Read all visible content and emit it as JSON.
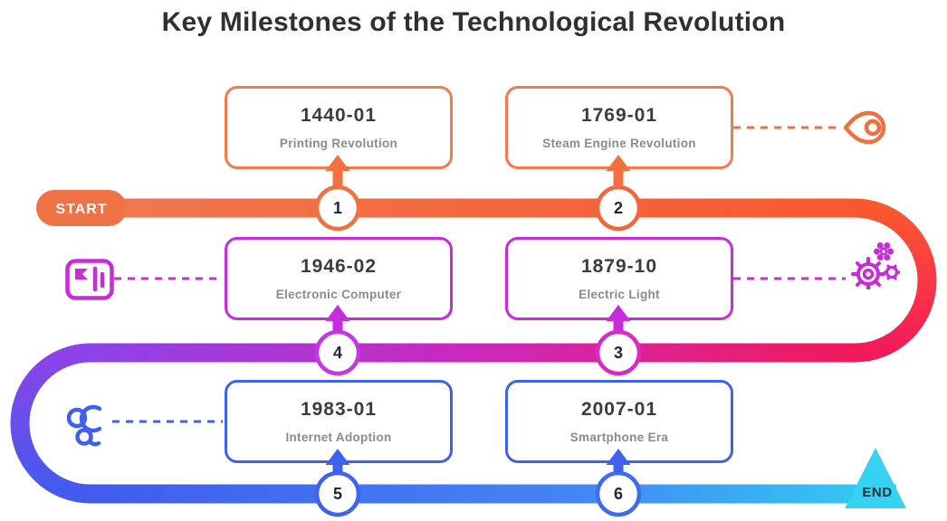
{
  "title": "Key Milestones of the Technological Revolution",
  "timeline": {
    "start_label": "START",
    "end_label": "END"
  },
  "milestones": [
    {
      "number": "1",
      "date": "1440-01",
      "label": "Printing Revolution"
    },
    {
      "number": "2",
      "date": "1769-01",
      "label": "Steam Engine Revolution"
    },
    {
      "number": "3",
      "date": "1879-10",
      "label": "Electric Light"
    },
    {
      "number": "4",
      "date": "1946-02",
      "label": "Electronic Computer"
    },
    {
      "number": "5",
      "date": "1983-01",
      "label": "Internet Adoption"
    },
    {
      "number": "6",
      "date": "2007-01",
      "label": "Smartphone Era"
    }
  ],
  "colors": {
    "orange": "#F4713F",
    "pink": "#F3195A",
    "magenta": "#C92BDC",
    "purple": "#8E42E9",
    "blue": "#3E62EF",
    "cyan": "#35D2F2",
    "date_text": "#3B3B40",
    "label_text": "#8A8A8F",
    "title_text": "#303034"
  },
  "icons": {
    "top_right": "location-pin-icon",
    "middle_left": "billing-machine-icon",
    "middle_right": "gears-icon",
    "bottom_left": "molecule-icon"
  }
}
